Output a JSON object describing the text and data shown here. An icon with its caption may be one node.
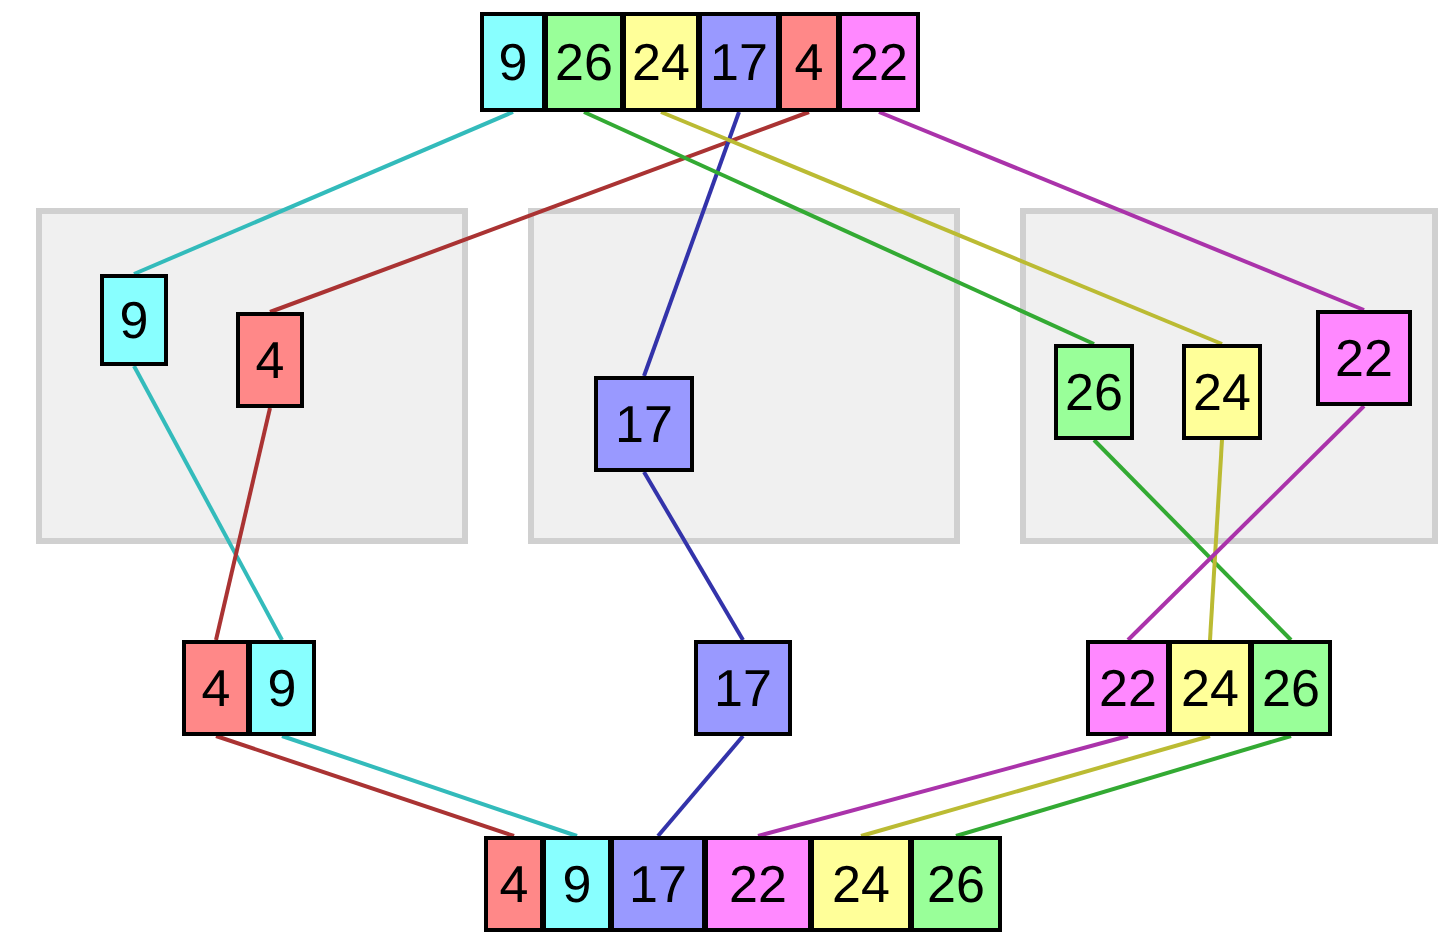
{
  "diagram": {
    "nodes": [
      {
        "text": [
          "9"
        ]
      },
      {
        "text": [
          "26"
        ]
      },
      {
        "text": [
          "24"
        ]
      },
      {
        "text": [
          "17"
        ]
      },
      {
        "text": [
          "4"
        ]
      },
      {
        "text": [
          "22"
        ]
      },
      {
        "text": [],
        "shape": "box"
      },
      {
        "text": [],
        "shape": "box"
      },
      {
        "text": [],
        "shape": "box"
      },
      {
        "text": [
          "9"
        ],
        "in": 6
      },
      {
        "text": [
          "4"
        ],
        "in": 6
      },
      {
        "text": [
          "17"
        ],
        "in": 7
      },
      {
        "text": [
          "26"
        ],
        "in": 8
      },
      {
        "text": [
          "24"
        ],
        "in": 8
      },
      {
        "text": [
          "22"
        ],
        "in": 8
      },
      {
        "text": [
          "4"
        ]
      },
      {
        "text": [
          "9"
        ]
      },
      {
        "text": [
          "17"
        ]
      },
      {
        "text": [
          "22"
        ]
      },
      {
        "text": [
          "24"
        ]
      },
      {
        "text": [
          "26"
        ]
      },
      {
        "text": [
          "4"
        ]
      },
      {
        "text": [
          "9"
        ]
      },
      {
        "text": [
          "17"
        ]
      },
      {
        "text": [
          "22"
        ]
      },
      {
        "text": [
          "24"
        ]
      },
      {
        "text": [
          "26"
        ]
      }
    ],
    "edges": [
      {
        "from": 0,
        "to": 9,
        "arrow": "none",
        "color": "#33bbbb"
      },
      {
        "from": 4,
        "to": 10,
        "arrow": "none",
        "color": "#aa3333"
      },
      {
        "from": 3,
        "to": 11,
        "arrow": "none",
        "color": "#3333aa"
      },
      {
        "from": 1,
        "to": 12,
        "arrow": "none",
        "color": "#33aa33"
      },
      {
        "from": 2,
        "to": 13,
        "arrow": "none",
        "color": "#bbbb33"
      },
      {
        "from": 5,
        "to": 14,
        "arrow": "none",
        "color": "#aa33aa"
      },
      {
        "from": 9,
        "to": 16,
        "arrow": "none",
        "color": "#33bbbb"
      },
      {
        "from": 10,
        "to": 15,
        "arrow": "none",
        "color": "#aa3333"
      },
      {
        "from": 11,
        "to": 17,
        "arrow": "none",
        "color": "#3333aa"
      },
      {
        "from": 12,
        "to": 20,
        "arrow": "none",
        "color": "#33aa33"
      },
      {
        "from": 13,
        "to": 19,
        "arrow": "none",
        "color": "#bbbb33"
      },
      {
        "from": 14,
        "to": 18,
        "arrow": "none",
        "color": "#aa33aa"
      },
      {
        "from": 15,
        "to": 21,
        "arrow": "none",
        "color": "#aa3333"
      },
      {
        "from": 16,
        "to": 22,
        "arrow": "none",
        "color": "#33bbbb"
      },
      {
        "from": 17,
        "to": 23,
        "arrow": "none",
        "color": "#3333aa"
      },
      {
        "from": 18,
        "to": 24,
        "arrow": "none",
        "color": "#aa33aa"
      },
      {
        "from": 19,
        "to": 25,
        "arrow": "none",
        "color": "#bbbb33"
      },
      {
        "from": 20,
        "to": 26,
        "arrow": "none",
        "color": "#33aa33"
      }
    ]
  }
}
